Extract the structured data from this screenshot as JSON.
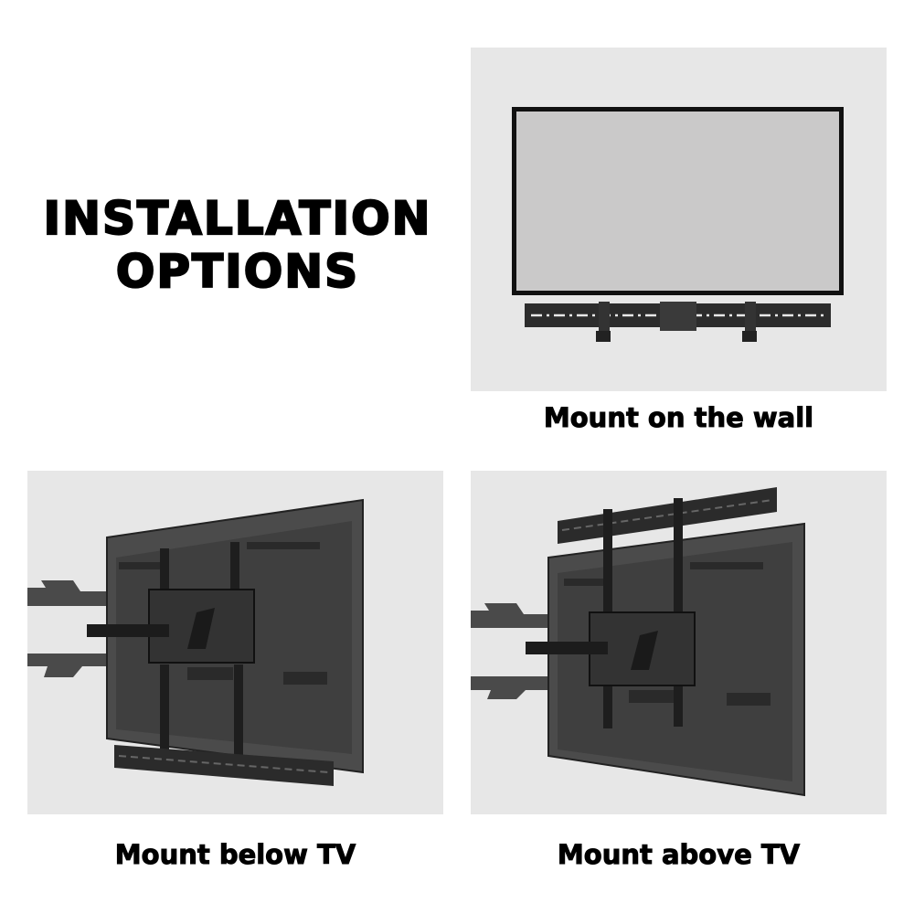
{
  "heading": {
    "line1": "INSTALLATION",
    "line2": "OPTIONS"
  },
  "options": [
    {
      "caption": "Mount on the wall",
      "illustration": "tv-front-with-soundbar-bracket-below"
    },
    {
      "caption": "Mount below TV",
      "illustration": "tv-back-arm-mount-soundbar-below"
    },
    {
      "caption": "Mount above TV",
      "illustration": "tv-back-arm-mount-soundbar-above"
    }
  ],
  "colors": {
    "panel_bg": "#e7e7e7",
    "tv_frame": "#1a1a1a",
    "tv_screen": "#c9c8c8",
    "tv_back": "#444444",
    "bracket": "#2a2a2a"
  }
}
